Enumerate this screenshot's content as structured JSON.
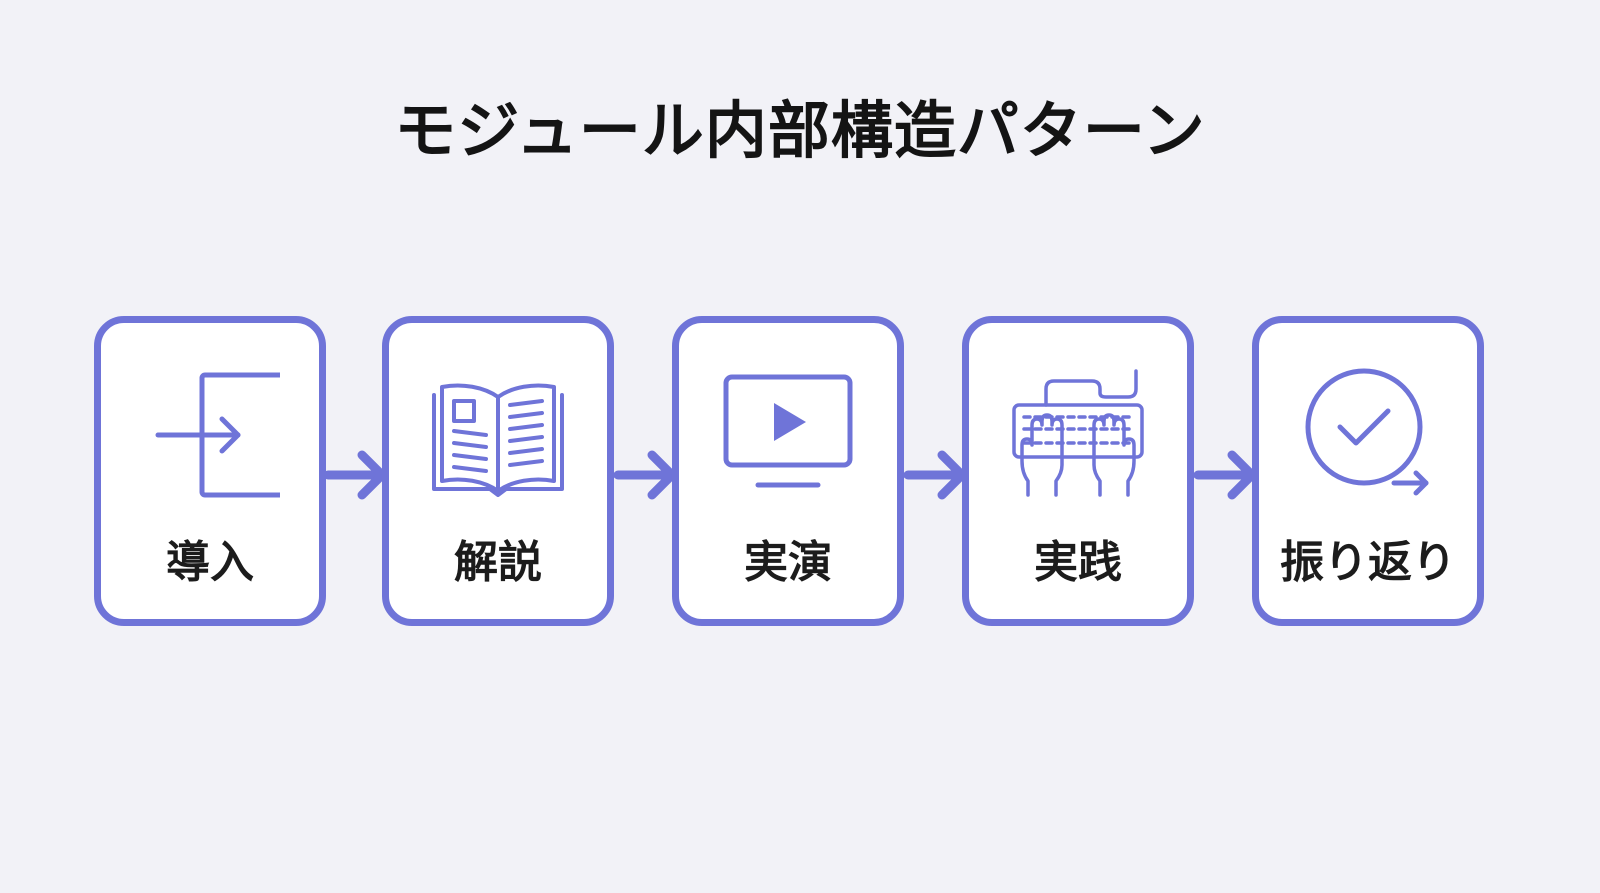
{
  "title": "モジュール内部構造パターン",
  "colors": {
    "accent": "#6f74d8",
    "background": "#f2f2f7",
    "card_fill": "#ffffff",
    "text": "#1c1c1c"
  },
  "steps": [
    {
      "label": "導入",
      "icon": "enter-icon"
    },
    {
      "label": "解説",
      "icon": "open-book-icon"
    },
    {
      "label": "実演",
      "icon": "video-monitor-icon"
    },
    {
      "label": "実践",
      "icon": "keyboard-typing-icon"
    },
    {
      "label": "振り返り",
      "icon": "check-circle-icon"
    }
  ]
}
